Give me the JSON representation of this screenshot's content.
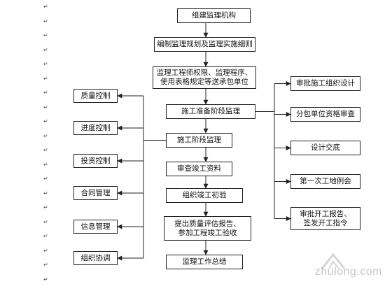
{
  "main_flow": [
    "组建监理机构",
    "编制监理规划及监理实施细则",
    "监理工程师权限、监理程序、\n使用表格规定等送承包单位",
    "施工准备阶段监理",
    "施工阶段监理",
    "审查竣工资料",
    "组织竣工初验",
    "提出质量评估报告、\n参加工程竣工验收",
    "监理工作总结"
  ],
  "left_items": [
    "质量控制",
    "进度控制",
    "投资控制",
    "合同管理",
    "信息管理",
    "组织协调"
  ],
  "right_items": [
    "审批施工组织设计",
    "分包单位资格审查",
    "设计交底",
    "第一次工地例会",
    "审批开工报告、\n签发开工指令"
  ],
  "paragraph_mark": "↵",
  "watermark": "zhulong.com",
  "colors": {
    "line": "#222222",
    "box_border": "#222222",
    "watermark": "#9a9a9a"
  }
}
